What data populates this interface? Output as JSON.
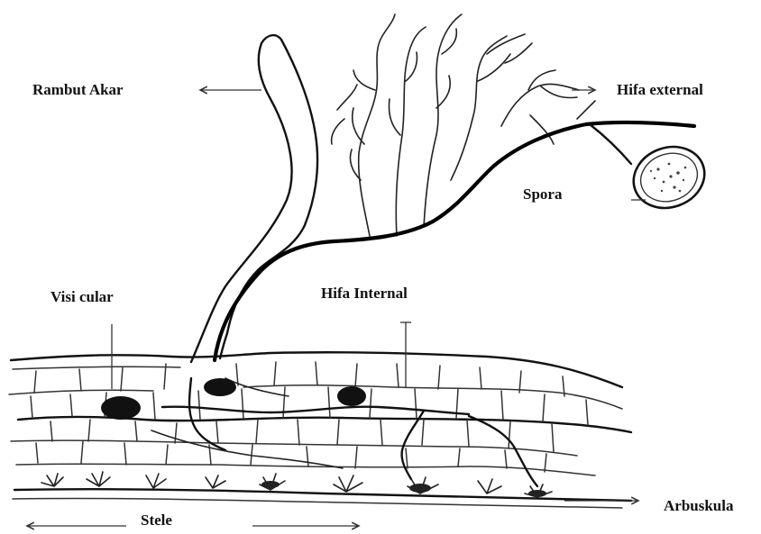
{
  "labels": {
    "rambut_akar": "Rambut Akar",
    "hifa_external": "Hifa external",
    "spora": "Spora",
    "visicular": "Visi cular",
    "hifa_internal": "Hifa Internal",
    "arbuskula": "Arbuskula",
    "stele": "Stele"
  }
}
